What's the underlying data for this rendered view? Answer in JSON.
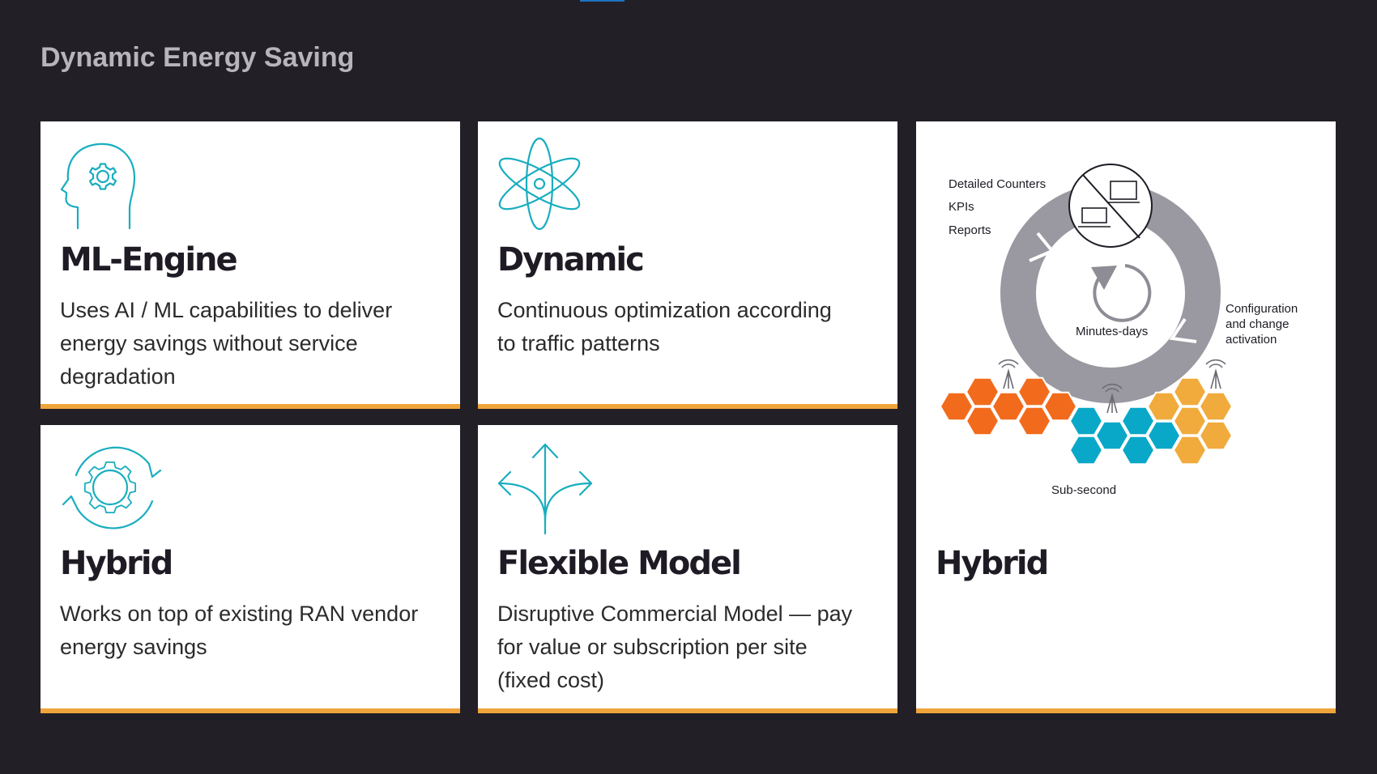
{
  "page": {
    "title": "Dynamic Energy Saving"
  },
  "cards": [
    {
      "title": "ML-Engine",
      "icon": "brain-gear-icon",
      "lines": [
        "Uses AI / ML capabilities to deliver",
        "energy savings without service",
        "degradation"
      ]
    },
    {
      "title": "Dynamic",
      "icon": "atom-icon",
      "lines": [
        "Continuous optimization according",
        "to traffic patterns"
      ]
    },
    {
      "title": "Hybrid",
      "icon": "gear-cycle-icon",
      "lines": [
        "Works on top of existing RAN vendor",
        "energy savings"
      ]
    },
    {
      "title": "Flexible Model",
      "icon": "diverging-arrows-icon",
      "lines": [
        "Disruptive Commercial Model — pay",
        "for value or subscription per site",
        "(fixed cost)"
      ]
    }
  ],
  "diagram_card": {
    "title": "Hybrid",
    "labels": {
      "counters": "Detailed Counters",
      "kpis": "KPIs",
      "reports": "Reports",
      "cycle": "Minutes-days",
      "config_1": "Configuration",
      "config_2": "and change",
      "config_3": "activation",
      "subsecond": "Sub-second"
    },
    "colors": {
      "ring": "#9a98a0",
      "orange": "#f26b1d",
      "teal": "#0aa8c8",
      "amber": "#f0ab3c"
    }
  },
  "colors": {
    "background": "#231f27",
    "accent": "#f0a53b",
    "icon": "#19aebf"
  }
}
